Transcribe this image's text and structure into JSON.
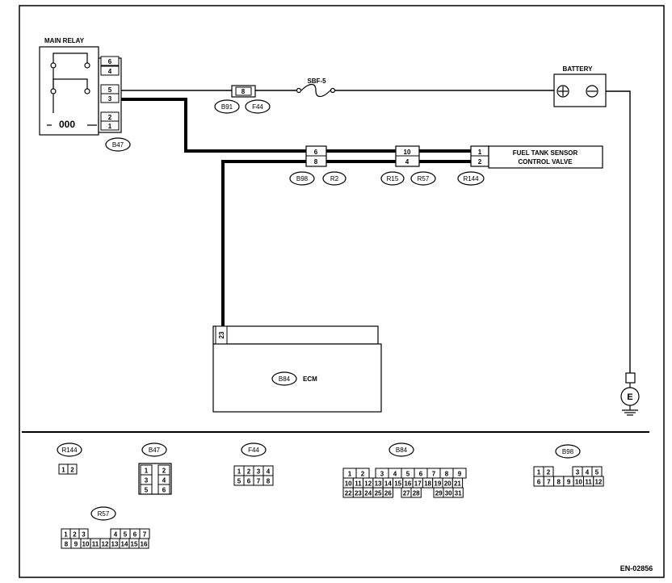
{
  "main_relay": {
    "title": "MAIN RELAY",
    "pins": [
      "6",
      "4",
      "5",
      "3",
      "2",
      "1"
    ],
    "coil_label": "000",
    "connector": "B47"
  },
  "battery": {
    "title": "BATTERY"
  },
  "fuse": {
    "label": "SBF-5",
    "pin": "8",
    "connectors": [
      "B91",
      "F44"
    ]
  },
  "harness_connectors": {
    "b98_r2": {
      "pins": [
        "6",
        "8"
      ],
      "labels": [
        "B98",
        "R2"
      ]
    },
    "r15_r57": {
      "pins": [
        "10",
        "4"
      ],
      "labels": [
        "R15",
        "R57"
      ]
    },
    "r144": {
      "pins": [
        "1",
        "2"
      ],
      "label": "R144"
    }
  },
  "valve": {
    "line1": "FUEL TANK SENSOR",
    "line2": "CONTROL VALVE"
  },
  "ecm": {
    "label": "ECM",
    "connector": "B84",
    "pin": "23"
  },
  "ground": {
    "label": "E"
  },
  "connector_views": {
    "r144": {
      "label": "R144",
      "pins": [
        "1",
        "2"
      ]
    },
    "b47": {
      "label": "B47",
      "pins": [
        "1",
        "2",
        "3",
        "4",
        "5",
        "6"
      ]
    },
    "f44": {
      "label": "F44",
      "pins": [
        "1",
        "2",
        "3",
        "4",
        "5",
        "6",
        "7",
        "8"
      ]
    },
    "b84": {
      "label": "B84",
      "pins": [
        "1",
        "2",
        "3",
        "4",
        "5",
        "6",
        "7",
        "8",
        "9",
        "10",
        "11",
        "12",
        "13",
        "14",
        "15",
        "16",
        "17",
        "18",
        "19",
        "20",
        "21",
        "22",
        "23",
        "24",
        "25",
        "26",
        "27",
        "28",
        "29",
        "30",
        "31"
      ]
    },
    "b98": {
      "label": "B98",
      "pins": [
        "1",
        "2",
        "3",
        "4",
        "5",
        "6",
        "7",
        "8",
        "9",
        "10",
        "11",
        "12"
      ]
    },
    "r57": {
      "label": "R57",
      "pins": [
        "1",
        "2",
        "3",
        "4",
        "5",
        "6",
        "7",
        "8",
        "9",
        "10",
        "11",
        "12",
        "13",
        "14",
        "15",
        "16"
      ]
    }
  },
  "footer": {
    "code": "EN-02856"
  }
}
